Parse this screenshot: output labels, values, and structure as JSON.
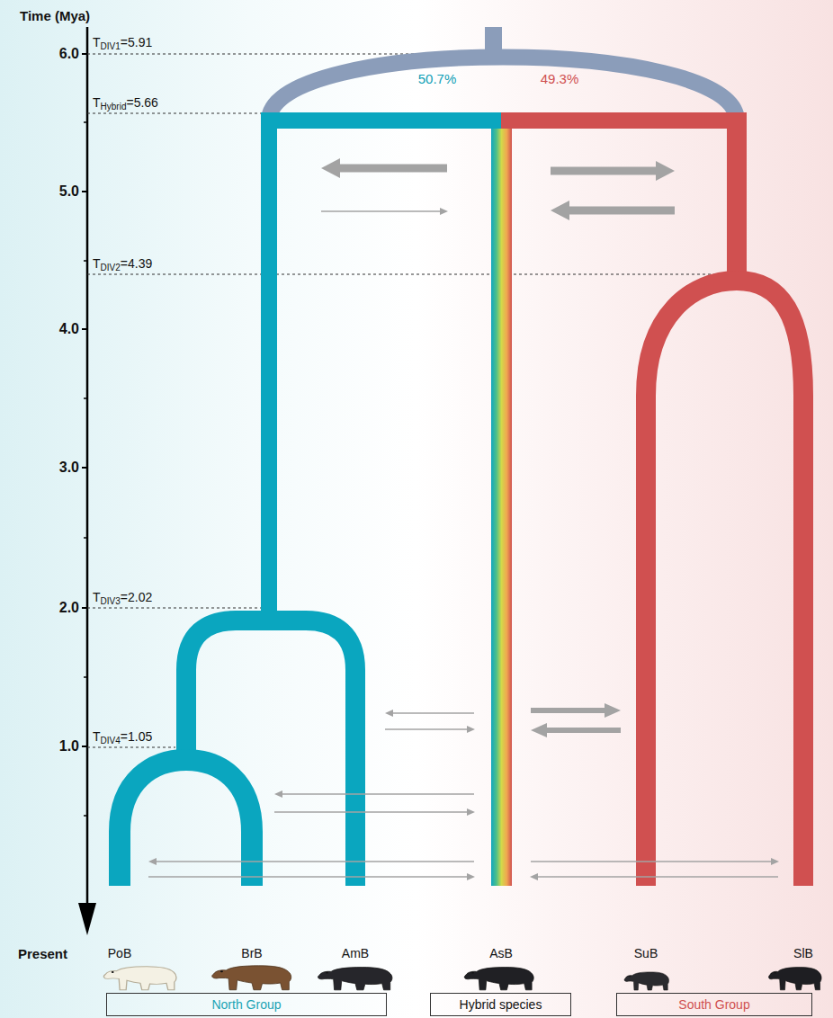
{
  "diagram": {
    "nodes": [
      {
        "text": [
          "North Group"
        ]
      },
      {
        "text": [
          "Hybrid species"
        ]
      },
      {
        "text": [
          "South Group"
        ]
      }
    ],
    "labels": [
      "Time (Mya)",
      "6.0",
      "5.0",
      "4.0",
      "3.0",
      "2.0",
      "1.0",
      "T",
      "DIV1",
      "=5.91",
      "T",
      "Hybrid",
      "=5.66",
      "T",
      "DIV2",
      "=4.39",
      "T",
      "DIV3",
      "=2.02",
      "T",
      "DIV4",
      "=1.05",
      "50.7%",
      "49.3%",
      "Present",
      "PoB",
      "BrB",
      "AmB",
      "AsB",
      "SuB",
      "SlB"
    ]
  }
}
